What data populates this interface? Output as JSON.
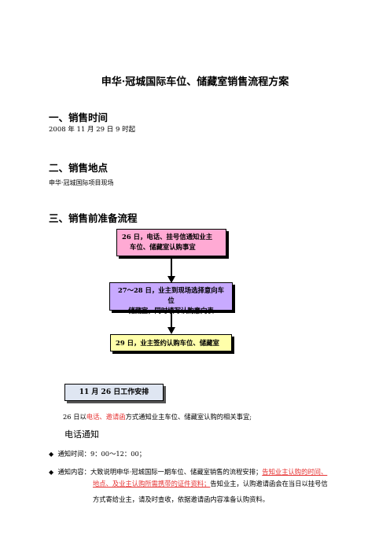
{
  "title": "申华·冠城国际车位、储藏室销售流程方案",
  "sections": {
    "s1": {
      "heading": "一、销售时间",
      "text": "2008 年 11 月 29 日 9 时起"
    },
    "s2": {
      "heading": "二、销售地点",
      "text": "申华·冠城国际项目现场"
    },
    "s3": {
      "heading": "三、销售前准备流程"
    }
  },
  "flow": {
    "step1": {
      "lead": "26 日，",
      "line1": "电话、挂号信通知业主",
      "line2": "车位、储藏室认购事宜"
    },
    "step2": {
      "lead": "27～28 日，",
      "line1": "业主到现场选择意向车位",
      "line2": "储藏室，同时填写认购意向表"
    },
    "step3": {
      "lead": "29 日，",
      "line1": "业主签约认购车位、储藏室"
    }
  },
  "schedule": {
    "label": "11 月 26 日工作安排",
    "intro_prefix": "26 日以",
    "intro_red": "电话、邀请函",
    "intro_suffix": "方式通知业主车位、储藏室认购的相关事宜;",
    "subheading": "电话通知",
    "bullets": [
      {
        "label": "通知时间：",
        "text": "9：00～12：00；"
      },
      {
        "label": "通知内容：",
        "text_a": "大致说明申华·冠城国际一期车位、储藏室销售的流程安排；",
        "red_a": "告知业主认购的时间、",
        "red_b": "地点、及业主认购所需携带的证件资料；",
        "text_b": "告知业主，认购邀请函会在当日以挂号信",
        "text_c": "方式寄给业主，请及时查收，依据邀请函内容准备认购资料。"
      }
    ]
  }
}
